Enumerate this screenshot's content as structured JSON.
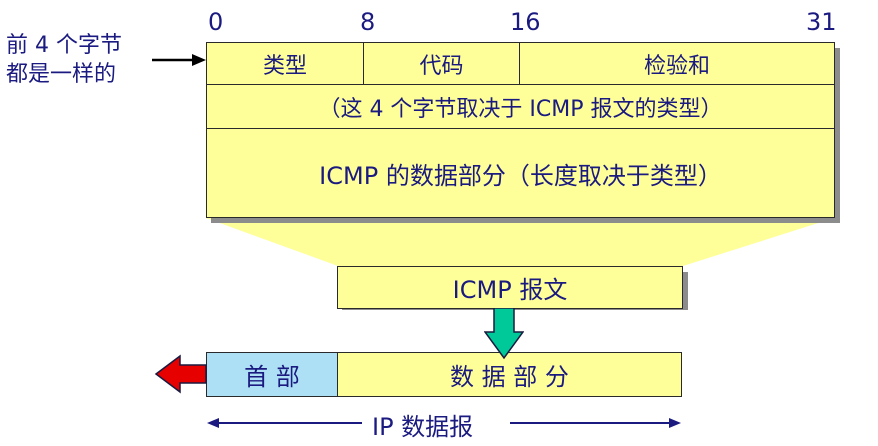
{
  "bit_positions": [
    "0",
    "8",
    "16",
    "31"
  ],
  "side_note": [
    "前 4 个字节",
    "都是一样的"
  ],
  "header_fields": [
    "类型",
    "代码",
    "检验和"
  ],
  "row2_text": "（这 4 个字节取决于 ICMP 报文的类型）",
  "row3_text": "ICMP 的数据部分（长度取决于类型）",
  "icmp_box_label": "ICMP 报文",
  "ip_header_label": "首 部",
  "ip_data_label": "数 据 部 分",
  "ip_datagram_label": "IP 数据报",
  "colors": {
    "box_fill": "#ffff99",
    "text": "#1a1a80",
    "ip_header_fill": "#aee0f5",
    "green_arrow": "#00c999",
    "red_arrow": "#e60000"
  }
}
